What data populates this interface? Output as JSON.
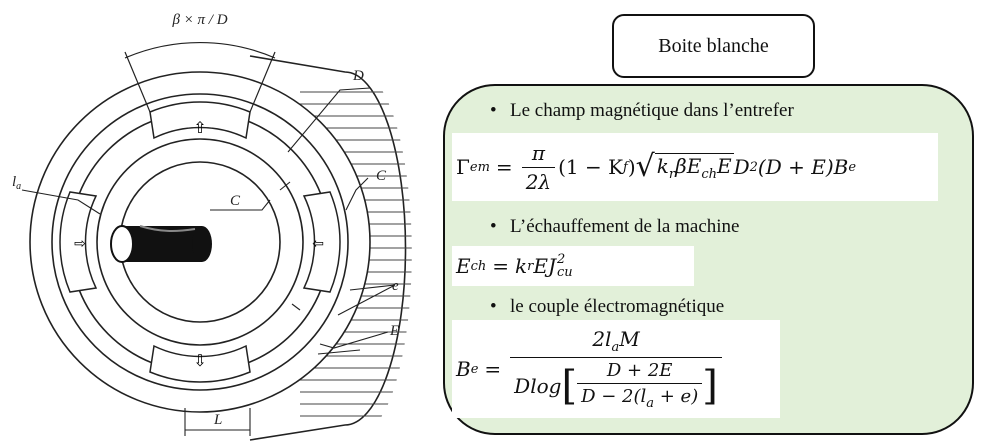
{
  "diagram": {
    "labels": {
      "arc_width": "β × π / D",
      "D": "D",
      "la": "l",
      "la_sub": "a",
      "C_inner": "C",
      "C_outer": "C",
      "e": "e",
      "E": "E",
      "L": "L"
    }
  },
  "panel": {
    "title": "Boite blanche",
    "items": [
      {
        "bullet": "•",
        "heading": "Le champ magnétique  dans l’entrefer"
      },
      {
        "bullet": "•",
        "heading": "L’échauffement de la machine"
      },
      {
        "bullet": "•",
        "heading": "le couple électromagnétique"
      }
    ],
    "formulas": {
      "f1": {
        "lhs": "Γ",
        "lhs_sub": "em",
        "eq": "=",
        "frac_num": "π",
        "frac_den": "2λ",
        "paren": "(1 − K",
        "paren_sub": "f",
        "paren_close": ")",
        "root_pre": "k",
        "root_sub1": "r",
        "root_mid": "βE",
        "root_sub2": "ch",
        "root_post": "E",
        "tail": "D",
        "tail_sup": "2",
        "tail2": "(D + E)B",
        "tail_sub": "e"
      },
      "f2": {
        "lhs": "E",
        "lhs_sub": "ch",
        "eq": "=",
        "rhs": "k",
        "rhs_sub1": "r",
        "rhs_mid": "EJ",
        "rhs_sup": "2",
        "rhs_sub2": "cu"
      },
      "f3": {
        "lhs": "B",
        "lhs_sub": "e",
        "eq": "=",
        "num": "2l",
        "num_sub": "a",
        "num_post": "M",
        "den_pre": "Dlog",
        "inner_num": "D + 2E",
        "inner_den": "D − 2(l",
        "inner_den_sub": "a",
        "inner_den_post": " + e)"
      }
    }
  }
}
